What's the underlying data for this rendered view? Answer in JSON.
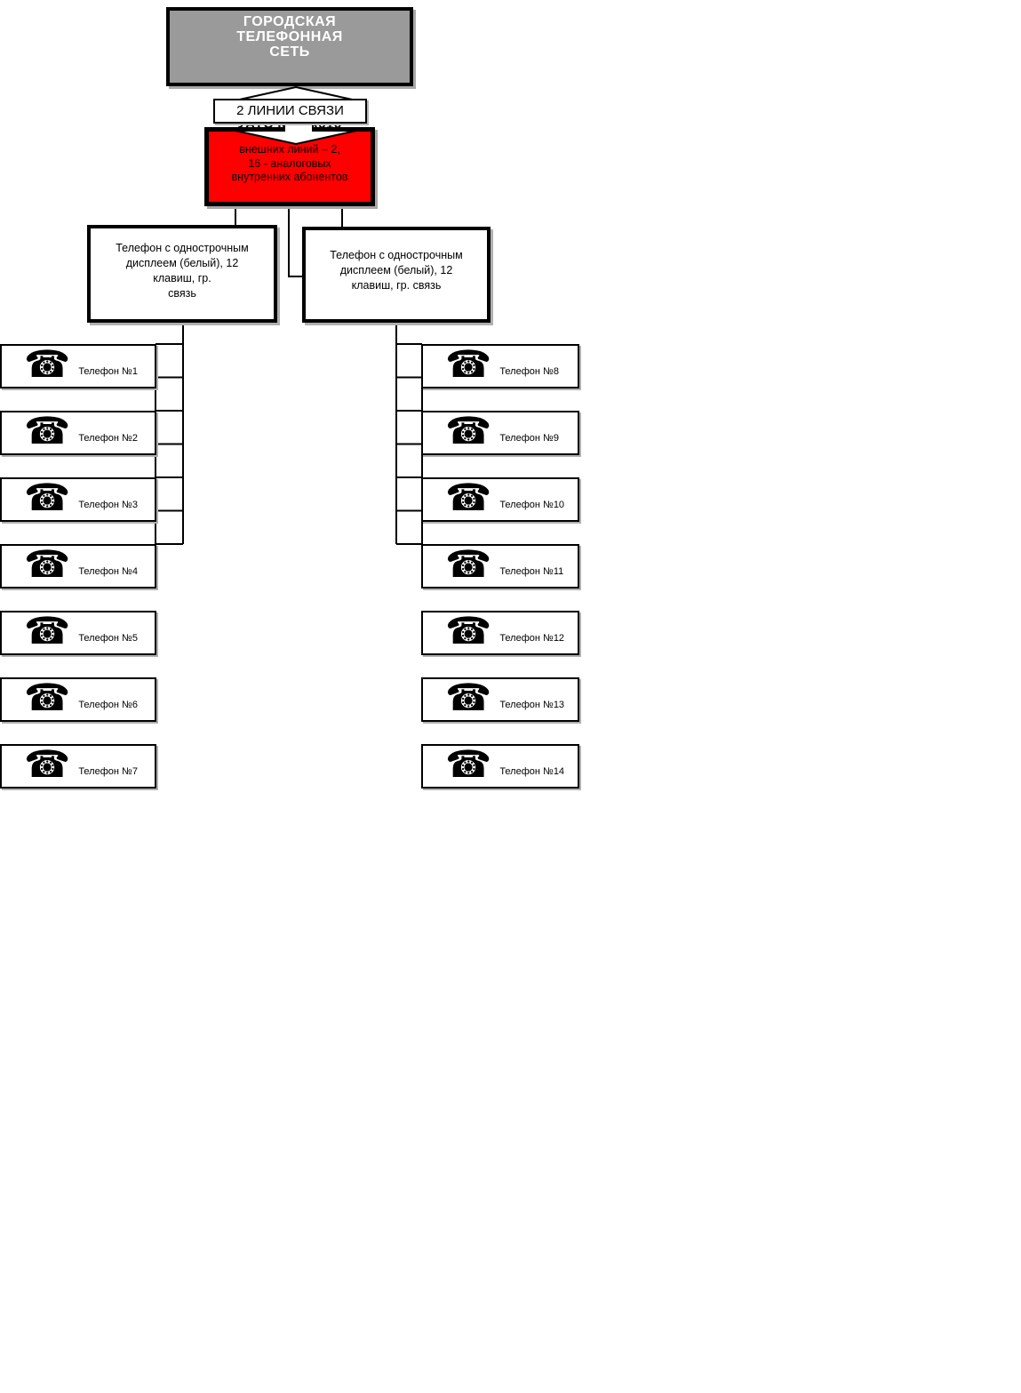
{
  "colors": {
    "network_fill": "#9a9a9a",
    "pbx_fill": "#ff0000",
    "line": "#000000",
    "network_text": "#ffffff"
  },
  "network_box": {
    "lines": [
      "ГОРОДСКАЯ",
      "ТЕЛЕФОННАЯ",
      "СЕТЬ"
    ]
  },
  "link_label": {
    "text": "2 ЛИНИИ СВЯЗИ"
  },
  "pbx_box": {
    "title": "УАТС КХ-ТА616",
    "lines": [
      "внешних линий – 2,",
      "16 - аналоговых",
      "внутренних абонентов"
    ]
  },
  "group_left_box": {
    "lines": [
      "Телефон с однострочным",
      "дисплеем (белый), 12",
      "клавиш, гр.",
      "связь"
    ]
  },
  "group_right_box": {
    "lines": [
      "Телефон с однострочным",
      "дисплеем (белый), 12",
      "клавиш, гр. связь"
    ]
  },
  "phones_left": [
    {
      "label": "Телефон №1"
    },
    {
      "label": "Телефон №2"
    },
    {
      "label": "Телефон №3"
    },
    {
      "label": "Телефон №4"
    },
    {
      "label": "Телефон №5"
    },
    {
      "label": "Телефон №6"
    },
    {
      "label": "Телефон №7"
    }
  ],
  "phones_right": [
    {
      "label": "Телефон №8"
    },
    {
      "label": "Телефон №9"
    },
    {
      "label": "Телефон №10"
    },
    {
      "label": "Телефон №11"
    },
    {
      "label": "Телефон №12"
    },
    {
      "label": "Телефон №13"
    },
    {
      "label": "Телефон №14"
    }
  ],
  "icons": {
    "phone_glyph": "☎"
  }
}
